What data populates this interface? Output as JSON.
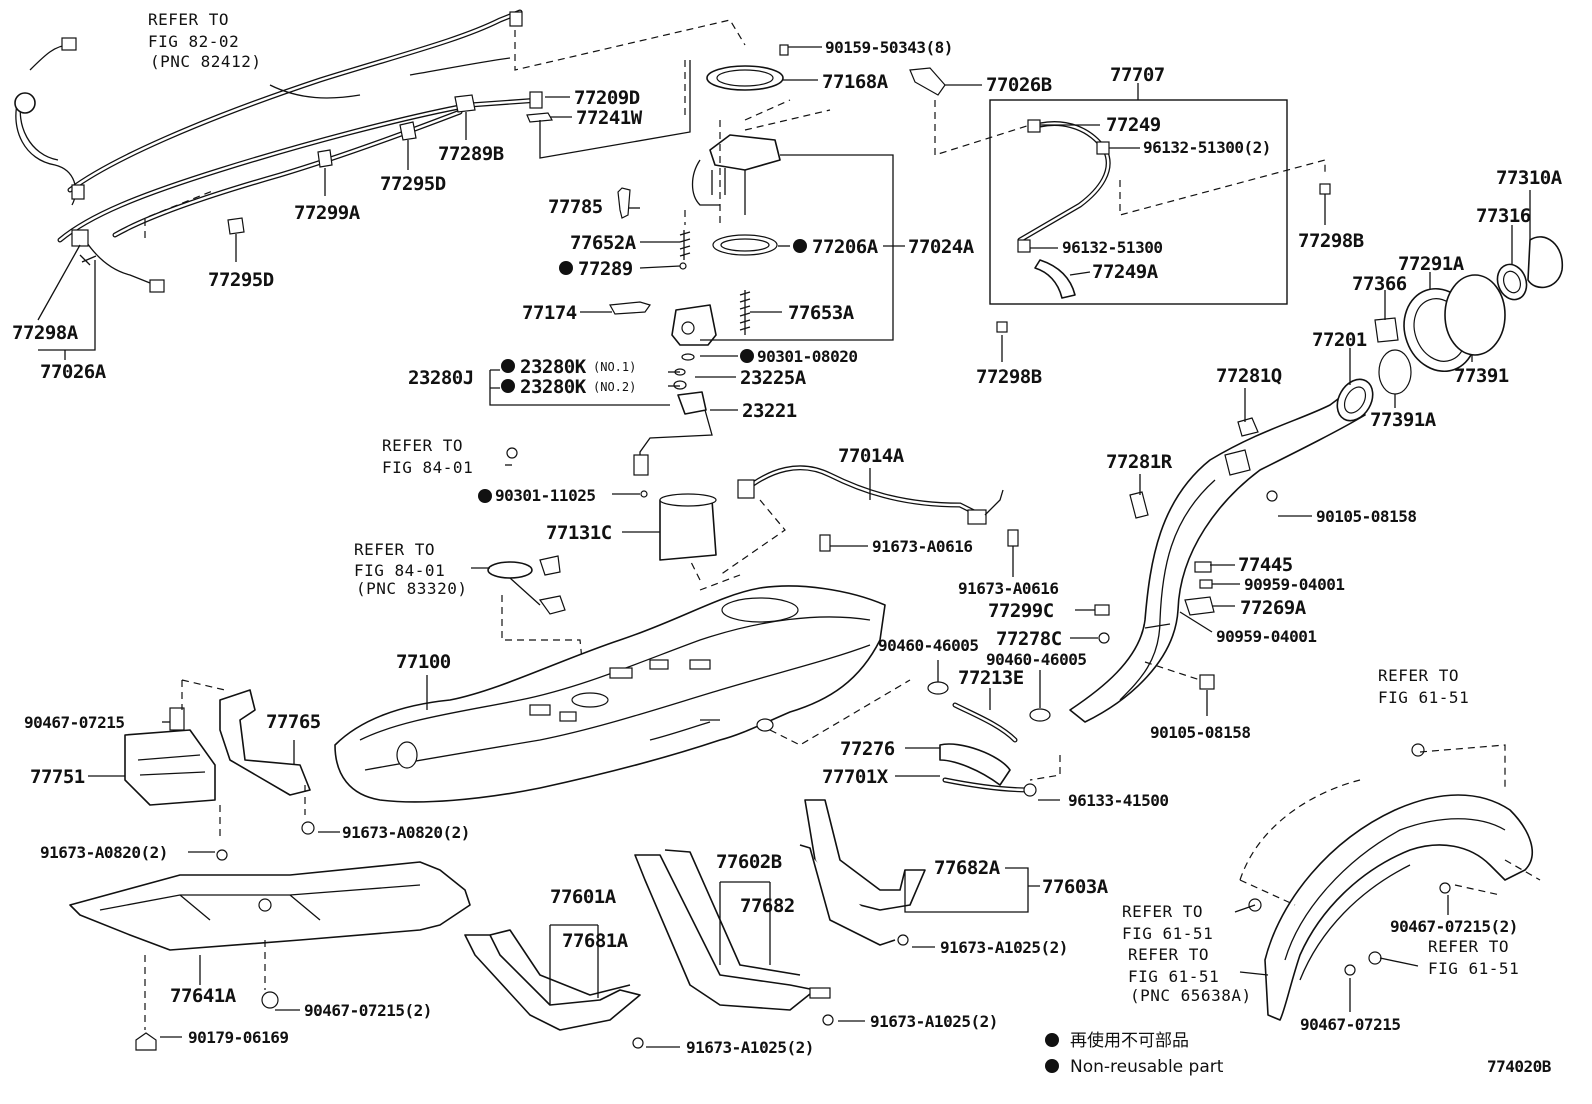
{
  "diagram": {
    "figure_code": "774020B",
    "legend": {
      "japanese": "再使用不可部品",
      "english": "Non-reusable part"
    },
    "references": [
      {
        "id": "ref-82-02",
        "lines": [
          "REFER TO",
          "FIG 82-02",
          "(PNC 82412)"
        ]
      },
      {
        "id": "ref-84-01-a",
        "lines": [
          "REFER TO",
          "FIG 84-01"
        ]
      },
      {
        "id": "ref-84-01-b",
        "lines": [
          "REFER TO",
          "FIG 84-01",
          "(PNC 83320)"
        ]
      },
      {
        "id": "ref-61-51-a",
        "lines": [
          "REFER TO",
          "FIG 61-51"
        ]
      },
      {
        "id": "ref-61-51-b",
        "lines": [
          "REFER TO",
          "FIG 61-51"
        ]
      },
      {
        "id": "ref-61-51-c",
        "lines": [
          "REFER TO",
          "FIG 61-51",
          "(PNC 65638A)"
        ]
      },
      {
        "id": "ref-61-51-d",
        "lines": [
          "REFER TO",
          "FIG 61-51"
        ]
      }
    ],
    "labels": [
      {
        "id": "p90159",
        "text": "90159-50343(8)"
      },
      {
        "id": "p77168A",
        "text": "77168A"
      },
      {
        "id": "p77026B",
        "text": "77026B"
      },
      {
        "id": "p77707",
        "text": "77707"
      },
      {
        "id": "p77209D",
        "text": "77209D"
      },
      {
        "id": "p77241W",
        "text": "77241W"
      },
      {
        "id": "p77289B",
        "text": "77289B"
      },
      {
        "id": "p77295D_a",
        "text": "77295D"
      },
      {
        "id": "p77299A",
        "text": "77299A"
      },
      {
        "id": "p77295D_b",
        "text": "77295D"
      },
      {
        "id": "p77298A",
        "text": "77298A"
      },
      {
        "id": "p77026A",
        "text": "77026A"
      },
      {
        "id": "p77249",
        "text": "77249"
      },
      {
        "id": "p96132a",
        "text": "96132-51300(2)"
      },
      {
        "id": "p96132b",
        "text": "96132-51300"
      },
      {
        "id": "p77249A",
        "text": "77249A"
      },
      {
        "id": "p77298B_a",
        "text": "77298B"
      },
      {
        "id": "p77298B_b",
        "text": "77298B"
      },
      {
        "id": "p77310A",
        "text": "77310A"
      },
      {
        "id": "p77316",
        "text": "77316"
      },
      {
        "id": "p77291A",
        "text": "77291A"
      },
      {
        "id": "p77366",
        "text": "77366"
      },
      {
        "id": "p77201",
        "text": "77201"
      },
      {
        "id": "p77391",
        "text": "77391"
      },
      {
        "id": "p77391A",
        "text": "77391A"
      },
      {
        "id": "p77785",
        "text": "77785"
      },
      {
        "id": "p77652A",
        "text": "77652A"
      },
      {
        "id": "p77289",
        "text": "77289"
      },
      {
        "id": "p77206A",
        "text": "77206A"
      },
      {
        "id": "p77024A",
        "text": "77024A"
      },
      {
        "id": "p77174",
        "text": "77174"
      },
      {
        "id": "p77653A",
        "text": "77653A"
      },
      {
        "id": "p90301_08020",
        "text": "90301-08020"
      },
      {
        "id": "p23280K1",
        "text": "23280K"
      },
      {
        "id": "p23280K2",
        "text": "23280K"
      },
      {
        "id": "no1",
        "text": "(NO.1)"
      },
      {
        "id": "no2",
        "text": "(NO.2)"
      },
      {
        "id": "p23280J",
        "text": "23280J"
      },
      {
        "id": "p23225A",
        "text": "23225A"
      },
      {
        "id": "p23221",
        "text": "23221"
      },
      {
        "id": "p90301_11025",
        "text": "90301-11025"
      },
      {
        "id": "p77131C",
        "text": "77131C"
      },
      {
        "id": "p77014A",
        "text": "77014A"
      },
      {
        "id": "p91673_A0616a",
        "text": "91673-A0616"
      },
      {
        "id": "p91673_A0616b",
        "text": "91673-A0616"
      },
      {
        "id": "p77281Q",
        "text": "77281Q"
      },
      {
        "id": "p77281R",
        "text": "77281R"
      },
      {
        "id": "p90105a",
        "text": "90105-08158"
      },
      {
        "id": "p90105b",
        "text": "90105-08158"
      },
      {
        "id": "p77445",
        "text": "77445"
      },
      {
        "id": "p90959a",
        "text": "90959-04001"
      },
      {
        "id": "p90959b",
        "text": "90959-04001"
      },
      {
        "id": "p77269A",
        "text": "77269A"
      },
      {
        "id": "p77299C",
        "text": "77299C"
      },
      {
        "id": "p77278C",
        "text": "77278C"
      },
      {
        "id": "p90460a",
        "text": "90460-46005"
      },
      {
        "id": "p90460b",
        "text": "90460-46005"
      },
      {
        "id": "p77213E",
        "text": "77213E"
      },
      {
        "id": "p77100",
        "text": "77100"
      },
      {
        "id": "p90467_a",
        "text": "90467-07215"
      },
      {
        "id": "p77765",
        "text": "77765"
      },
      {
        "id": "p77751",
        "text": "77751"
      },
      {
        "id": "p91673_A0820a",
        "text": "91673-A0820(2)"
      },
      {
        "id": "p91673_A0820b",
        "text": "91673-A0820(2)"
      },
      {
        "id": "p77276",
        "text": "77276"
      },
      {
        "id": "p77701X",
        "text": "77701X"
      },
      {
        "id": "p96133",
        "text": "96133-41500"
      },
      {
        "id": "p77682A",
        "text": "77682A"
      },
      {
        "id": "p77603A",
        "text": "77603A"
      },
      {
        "id": "p77602B",
        "text": "77602B"
      },
      {
        "id": "p77682",
        "text": "77682"
      },
      {
        "id": "p77601A",
        "text": "77601A"
      },
      {
        "id": "p77681A",
        "text": "77681A"
      },
      {
        "id": "p91673_A1025a",
        "text": "91673-A1025(2)"
      },
      {
        "id": "p91673_A1025b",
        "text": "91673-A1025(2)"
      },
      {
        "id": "p91673_A1025c",
        "text": "91673-A1025(2)"
      },
      {
        "id": "p77641A",
        "text": "77641A"
      },
      {
        "id": "p90467_b",
        "text": "90467-07215(2)"
      },
      {
        "id": "p90179",
        "text": "90179-06169"
      },
      {
        "id": "p90467_c",
        "text": "90467-07215(2)"
      },
      {
        "id": "p90467_d",
        "text": "90467-07215"
      }
    ]
  }
}
